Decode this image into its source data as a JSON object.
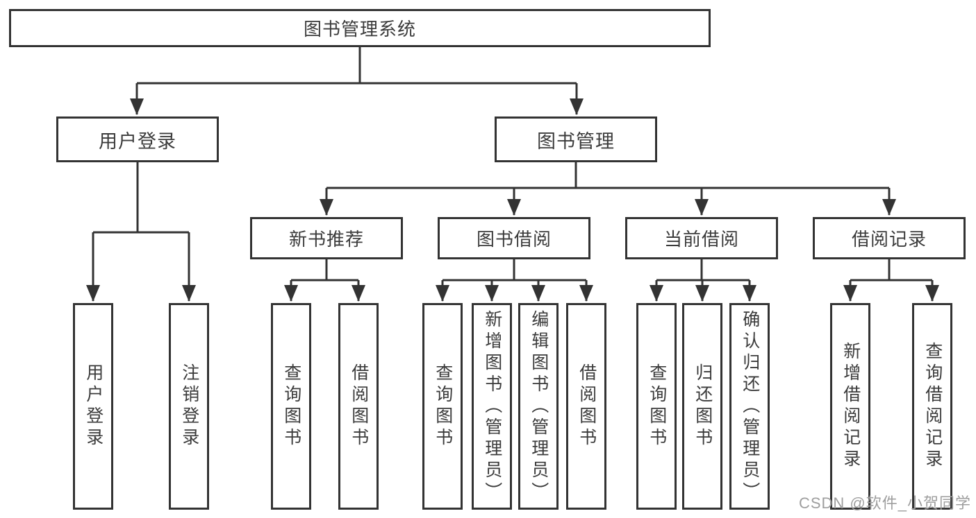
{
  "diagram": {
    "title": "图书管理系统",
    "level2": [
      {
        "label": "用户登录"
      },
      {
        "label": "图书管理"
      }
    ],
    "level3": [
      {
        "label": "新书推荐"
      },
      {
        "label": "图书借阅"
      },
      {
        "label": "当前借阅"
      },
      {
        "label": "借阅记录"
      }
    ],
    "leaves": {
      "user_login": [
        {
          "label": "用户登录"
        },
        {
          "label": "注销登录"
        }
      ],
      "new_book_recommend": [
        {
          "label": "查询图书"
        },
        {
          "label": "借阅图书"
        }
      ],
      "book_borrowing": [
        {
          "label": "查询图书"
        },
        {
          "label": "新增图书（管理员）"
        },
        {
          "label": "编辑图书（管理员）"
        },
        {
          "label": "借阅图书"
        }
      ],
      "current_borrowing": [
        {
          "label": "查询图书"
        },
        {
          "label": "归还图书"
        },
        {
          "label": "确认归还（管理员）"
        }
      ],
      "borrowing_records": [
        {
          "label": "新增借阅记录"
        },
        {
          "label": "查询借阅记录"
        }
      ]
    },
    "colors": {
      "line": "#333333",
      "text": "#3b3b3b",
      "background": "#ffffff"
    }
  },
  "watermark": {
    "text": "CSDN @软件_小贺同学",
    "color": "#9e9e9e"
  }
}
